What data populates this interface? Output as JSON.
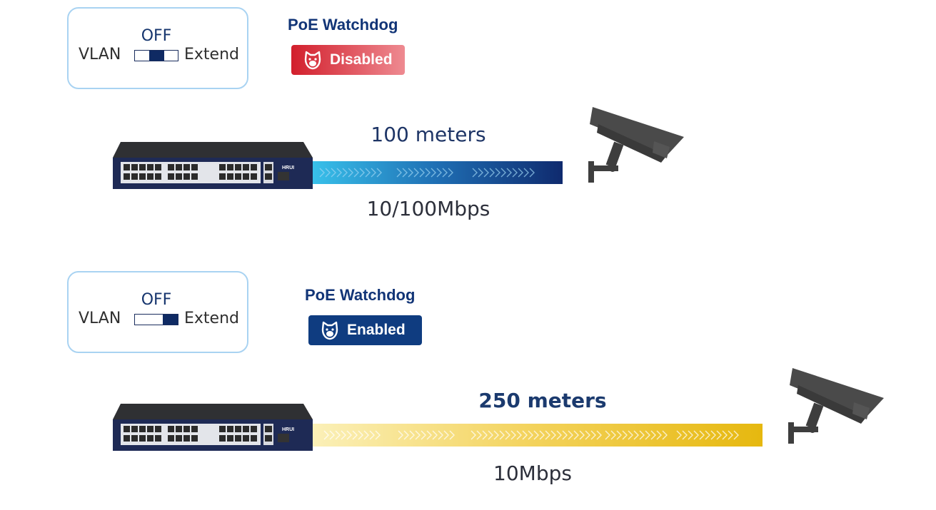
{
  "rows": [
    {
      "switch": {
        "off_label": "OFF",
        "left_label": "VLAN",
        "right_label": "Extend",
        "position": "left"
      },
      "watchdog": {
        "title": "PoE Watchdog",
        "status": "Disabled",
        "color": "#d63a45"
      },
      "distance": "100 meters",
      "speed": "10/100Mbps",
      "cable_color": "#123a7c"
    },
    {
      "switch": {
        "off_label": "OFF",
        "left_label": "VLAN",
        "right_label": "Extend",
        "position": "right"
      },
      "watchdog": {
        "title": "PoE Watchdog",
        "status": "Enabled",
        "color": "#0f3c80"
      },
      "distance": "250 meters",
      "speed": "10Mbps",
      "cable_color": "#e9bd14"
    }
  ],
  "device": {
    "brand": "HRUI"
  }
}
